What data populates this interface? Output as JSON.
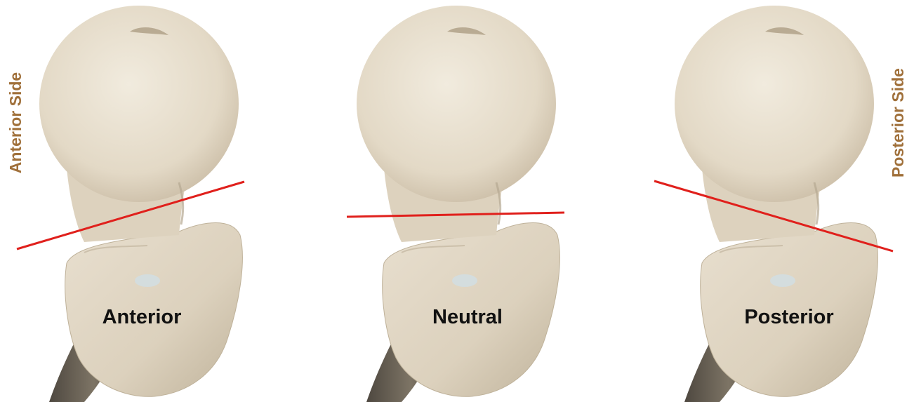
{
  "side_labels": {
    "left": "Anterior Side",
    "right": "Posterior Side",
    "color": "#a0703a"
  },
  "panels": [
    {
      "label": "Anterior"
    },
    {
      "label": "Neutral"
    },
    {
      "label": "Posterior"
    }
  ],
  "colors": {
    "cut_line": "#e0201c",
    "bone": "#e6dccb",
    "bone_shade": "#c9bca6",
    "shaft_dark": "#6e6658"
  }
}
